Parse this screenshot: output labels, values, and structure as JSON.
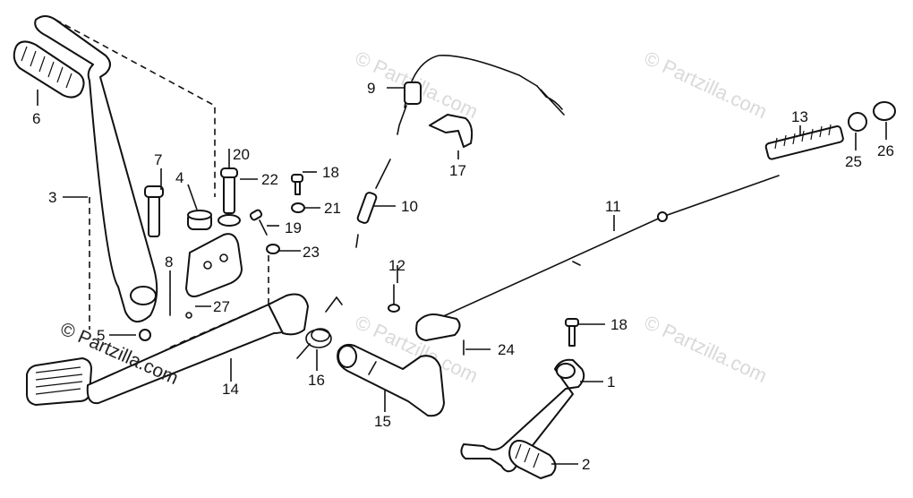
{
  "watermarks": {
    "light": "© Partzilla.com",
    "dark": "© Partzilla.com"
  },
  "callouts": {
    "c1": "1",
    "c2": "2",
    "c3": "3",
    "c4": "4",
    "c5": "5",
    "c6": "6",
    "c7": "7",
    "c8": "8",
    "c9": "9",
    "c10": "10",
    "c11": "11",
    "c12": "12",
    "c13": "13",
    "c14": "14",
    "c15": "15",
    "c16": "16",
    "c17": "17",
    "c18a": "18",
    "c18b": "18",
    "c19": "19",
    "c20": "20",
    "c21": "21",
    "c22": "22",
    "c23": "23",
    "c24": "24",
    "c25": "25",
    "c26": "26",
    "c27": "27"
  }
}
